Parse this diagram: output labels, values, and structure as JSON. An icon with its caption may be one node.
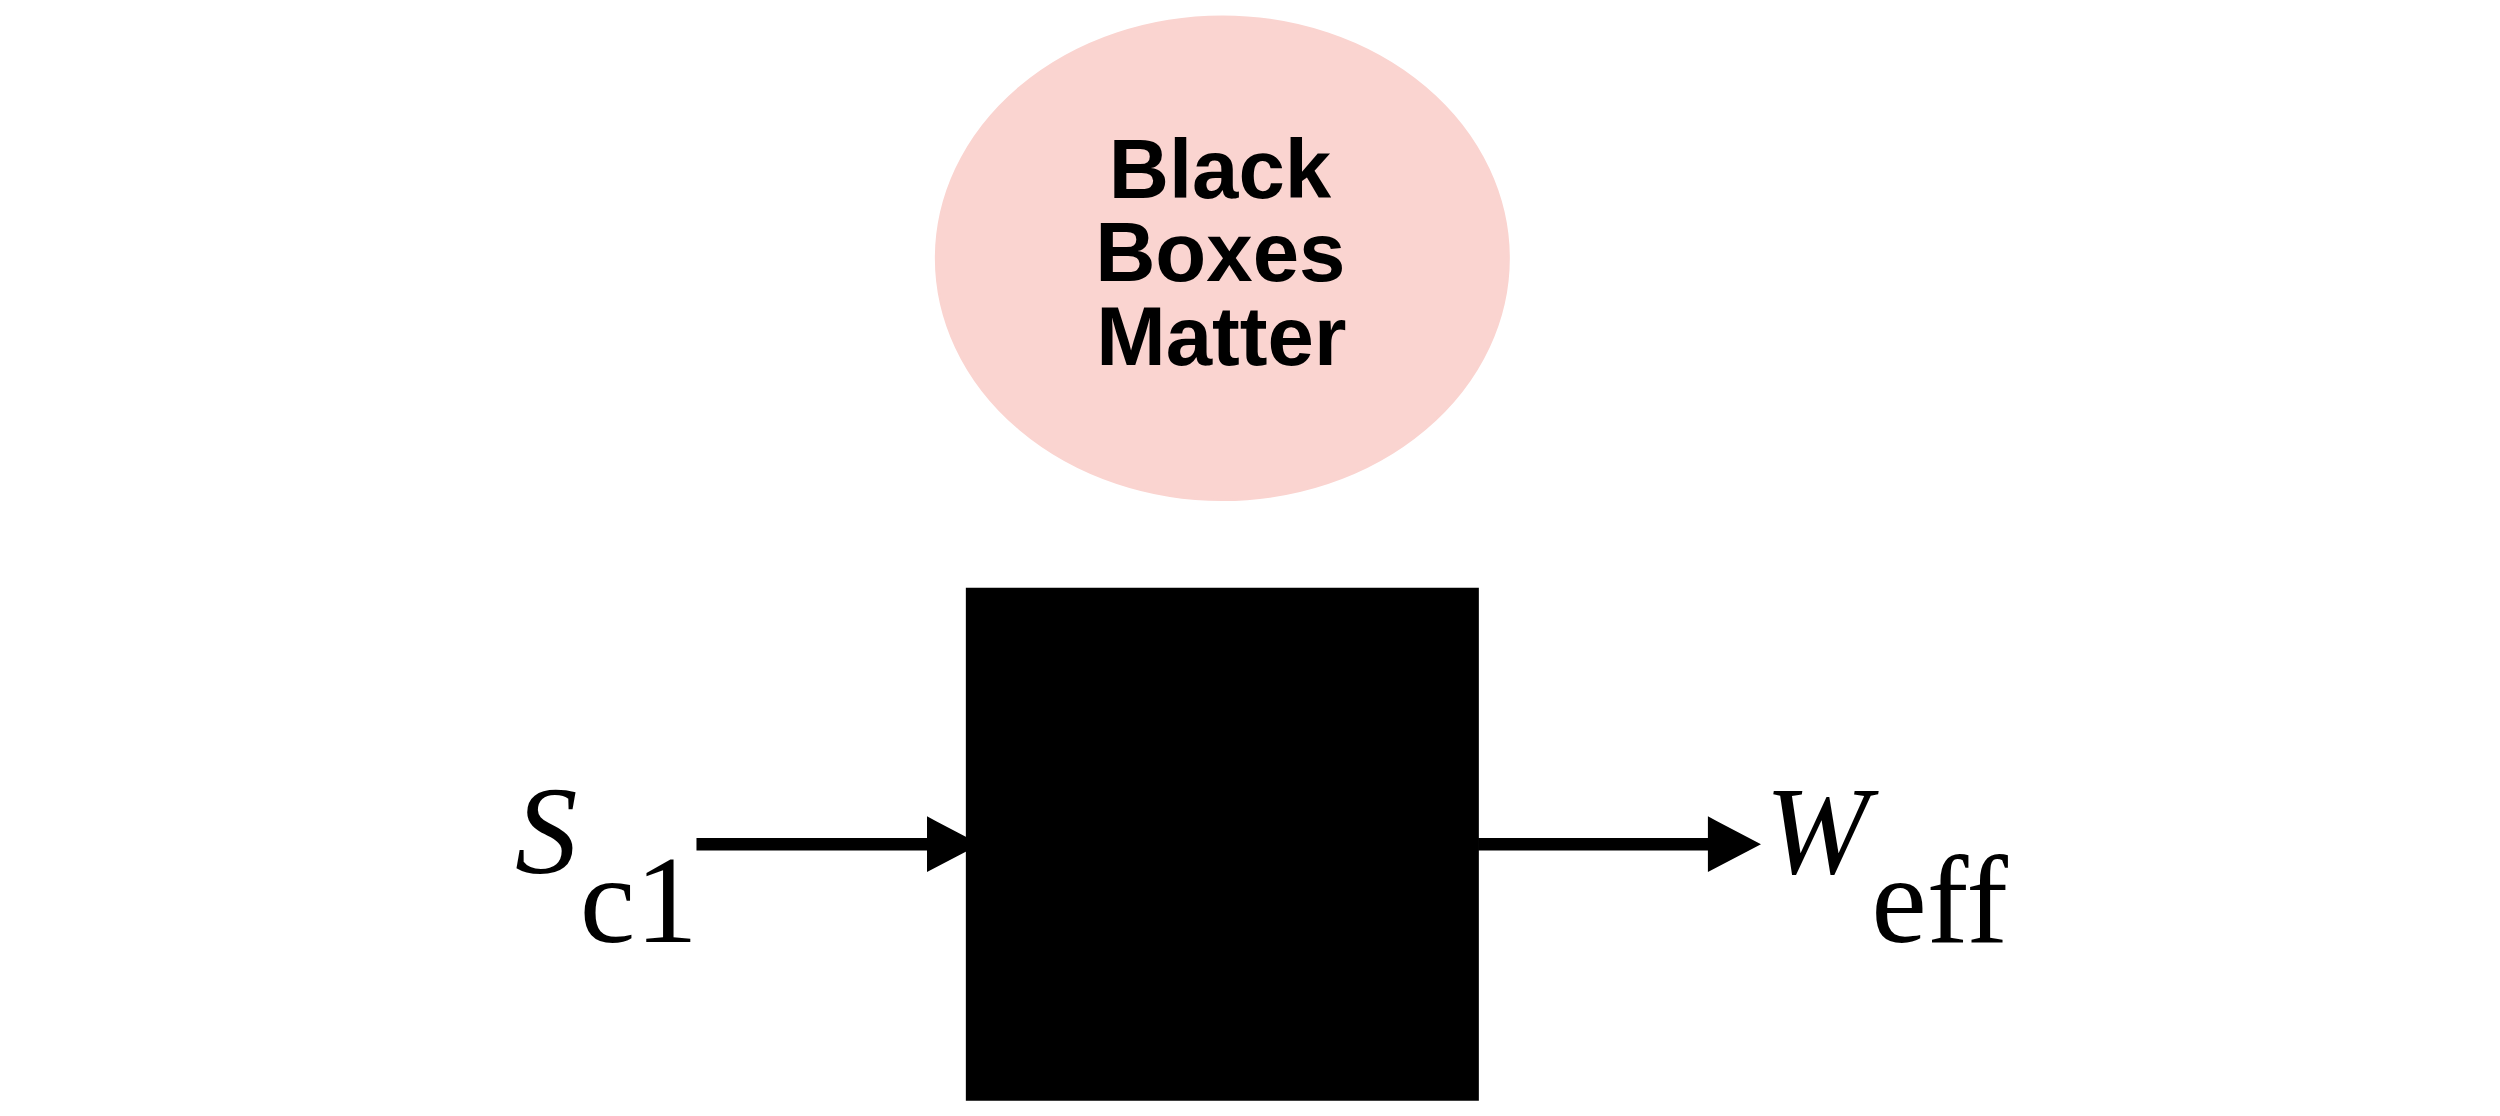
{
  "diagram": {
    "nodes": [
      {
        "text": [
          "*S*$_{c1}$"
        ]
      },
      {
        "text": [
          "Black Boxes Matter"
        ]
      },
      {
        "text": [],
        "shape": "box"
      },
      {
        "text": [
          "*W*$_{eff}$"
        ]
      }
    ],
    "edges": [
      {
        "from": 0,
        "to": 2,
        "arrow": "to"
      },
      {
        "from": 2,
        "to": 3,
        "arrow": "to"
      }
    ]
  }
}
